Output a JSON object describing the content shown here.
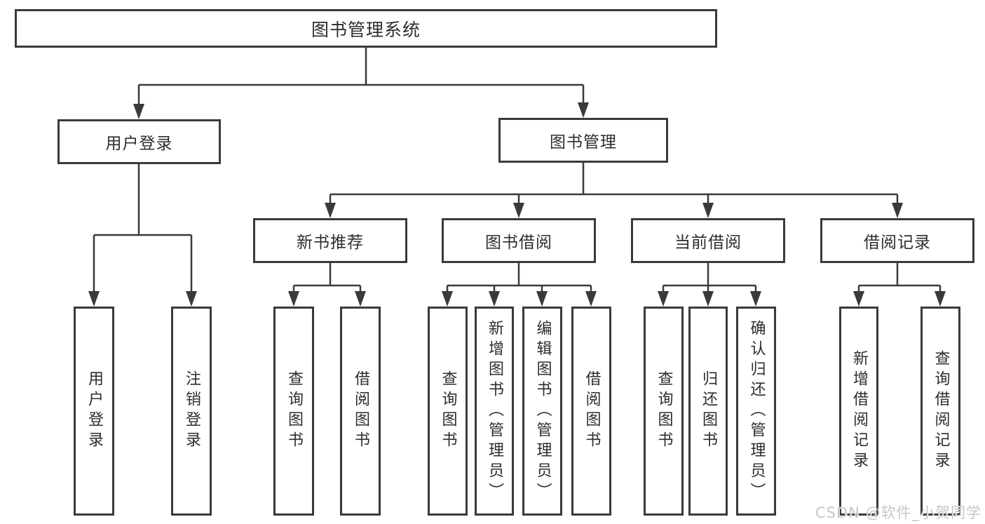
{
  "diagram": {
    "root": {
      "label": "图书管理系统"
    },
    "branches": [
      {
        "label": "用户登录",
        "children": [
          {
            "label": "用户登录"
          },
          {
            "label": "注销登录"
          }
        ]
      },
      {
        "label": "图书管理",
        "children": [
          {
            "label": "新书推荐",
            "children": [
              {
                "label": "查询图书"
              },
              {
                "label": "借阅图书"
              }
            ]
          },
          {
            "label": "图书借阅",
            "children": [
              {
                "label": "查询图书"
              },
              {
                "label": "新增图书（管理员）"
              },
              {
                "label": "编辑图书（管理员）"
              },
              {
                "label": "借阅图书"
              }
            ]
          },
          {
            "label": "当前借阅",
            "children": [
              {
                "label": "查询图书"
              },
              {
                "label": "归还图书"
              },
              {
                "label": "确认归还（管理员）"
              }
            ]
          },
          {
            "label": "借阅记录",
            "children": [
              {
                "label": "新增借阅记录"
              },
              {
                "label": "查询借阅记录"
              }
            ]
          }
        ]
      }
    ]
  },
  "watermark": {
    "text": "CSDN @软件_小贺同学"
  },
  "colors": {
    "line": "#3a3a3a",
    "text": "#2d2d2d",
    "background": "#ffffff",
    "watermark": "#c7c7c7"
  }
}
